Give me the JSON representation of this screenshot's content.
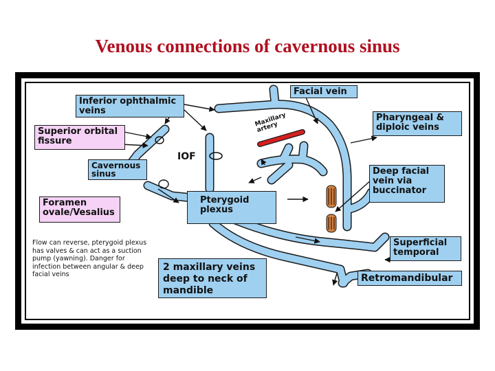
{
  "title": "Venous connections of cavernous sinus",
  "labels": {
    "facial_vein": "Facial vein",
    "inferior_ophthalmic": "Inferior ophthalmic veins",
    "superior_orbital": "Superior orbital fissure",
    "cavernous_sinus": "Cavernous sinus",
    "foramen": "Foramen ovale/Vesalius",
    "pharyngeal": "Pharyngeal & diploic veins",
    "deep_facial": "Deep facial vein via buccinator",
    "pterygoid": "Pterygoid plexus",
    "superficial_temporal": "Superficial temporal",
    "maxillary_veins": "2 maxillary veins deep to neck of mandible",
    "retromandibular": "Retromandibular",
    "iof": "IOF",
    "maxillary_artery": "Maxillary artery"
  },
  "note": "Flow can reverse, pterygoid plexus has valves & can act as a suction pump (yawning). Danger for infection between angular & deep facial veins",
  "colors": {
    "title": "#b01020",
    "vein": "#9fd0f0",
    "outline": "#1a1a1a",
    "pink_box": "#f6d2f6",
    "artery": "#d42020",
    "muscle": "#c07030"
  }
}
